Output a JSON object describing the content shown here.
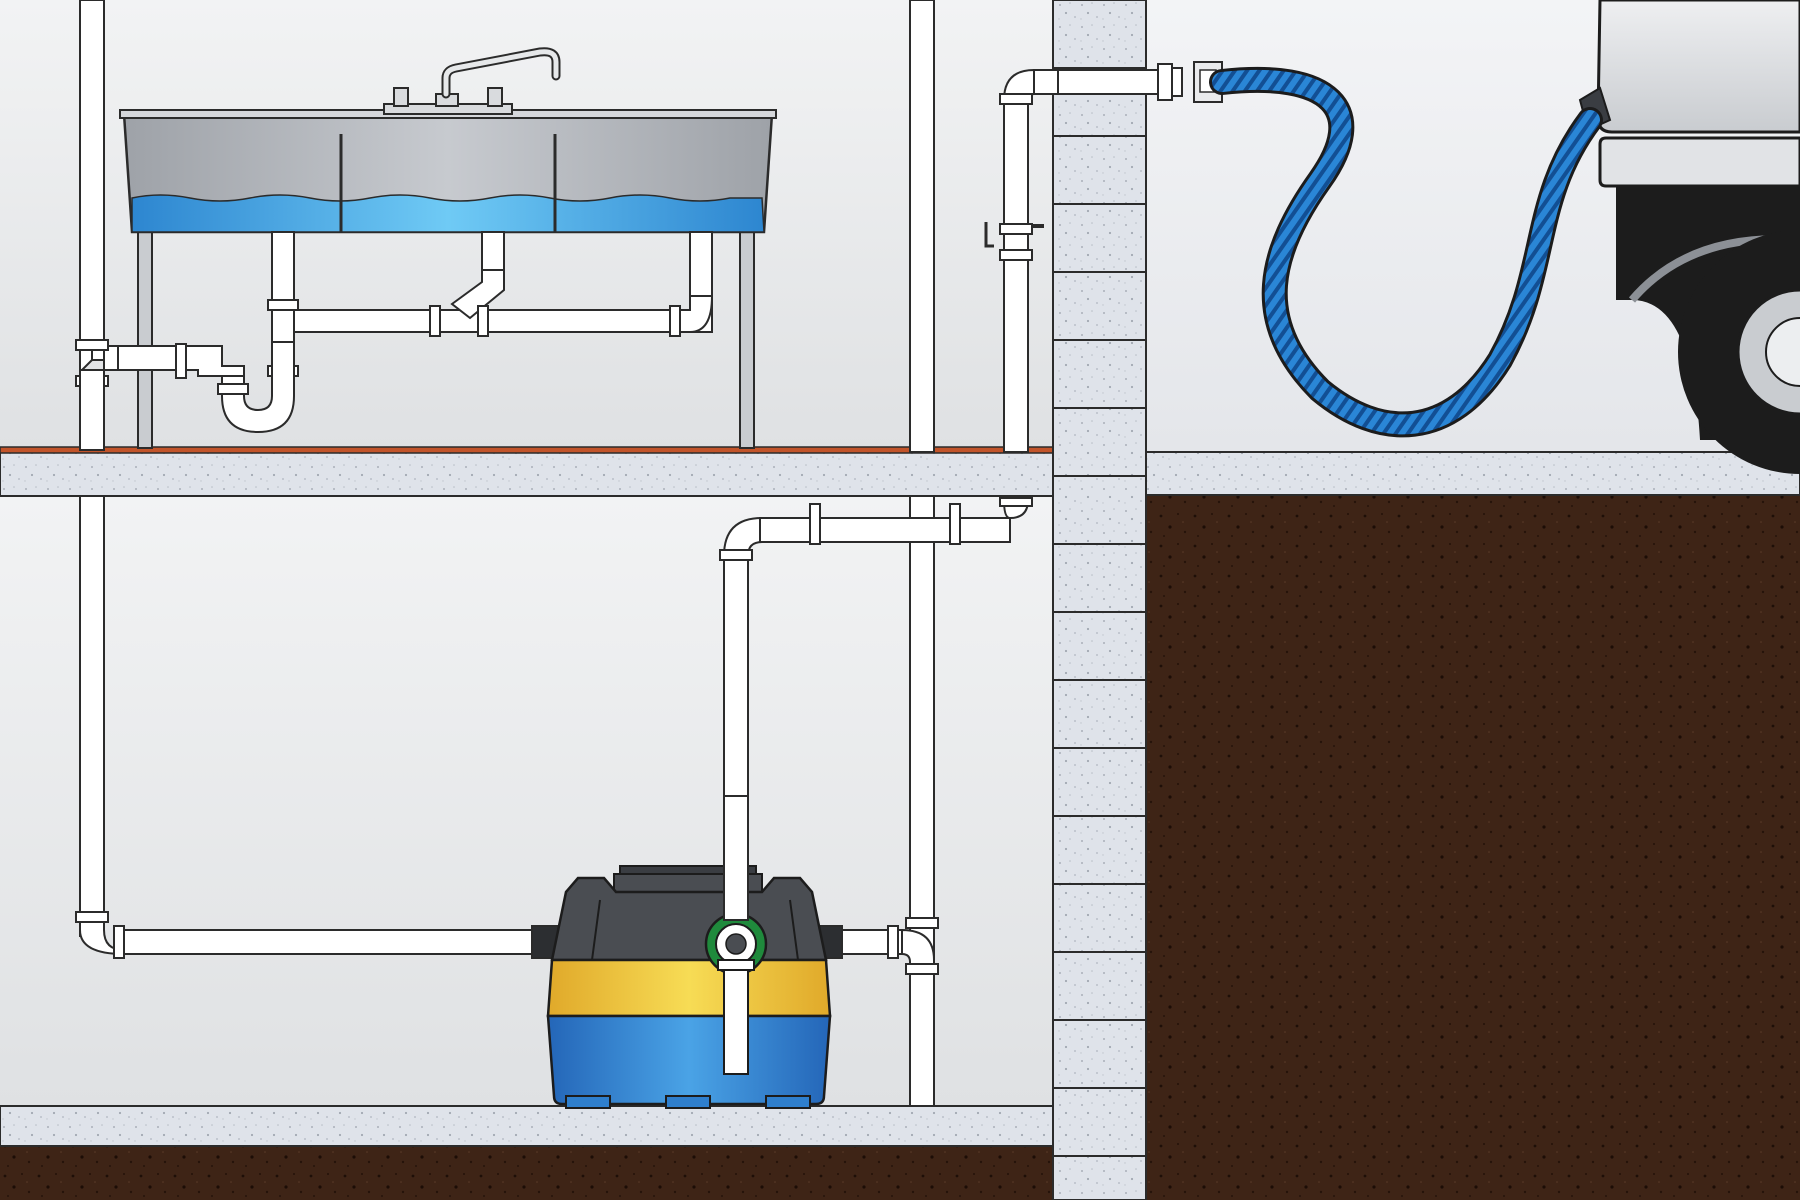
{
  "diagram": {
    "type": "grease-interceptor-plumbing-cutaway",
    "text_labels": [],
    "components": [
      "three-compartment-sink",
      "sink-faucet",
      "p-trap",
      "upper-floor-slab",
      "ground-floor-slab",
      "grease-interceptor-tank",
      "interceptor-lid",
      "pump-out-fitting",
      "inlet-pipe",
      "outlet-pipe",
      "vent-stack",
      "pump-out-line",
      "wall-pump-port",
      "exterior-wall",
      "exterior-soil",
      "vacuum-hose",
      "pump-truck"
    ],
    "colors": {
      "pipe": "#ffffff",
      "pipe_outline": "#2b2b2b",
      "sink_water": "#3a9ad9",
      "sink_steel": "#b4b7bc",
      "tank_yellow": "#f0c936",
      "tank_blue": "#2f7fcd",
      "tank_gray": "#4a4d52",
      "fitting_green": "#1f8a3c",
      "hose": "#1d6fc2",
      "soil": "#3e2416",
      "concrete": "#dfe3ea",
      "floor_edge": "#c2542a",
      "room_background": "#eceef0",
      "truck_body": "#d7dadd",
      "truck_wheel": "#1c1c1c"
    }
  }
}
